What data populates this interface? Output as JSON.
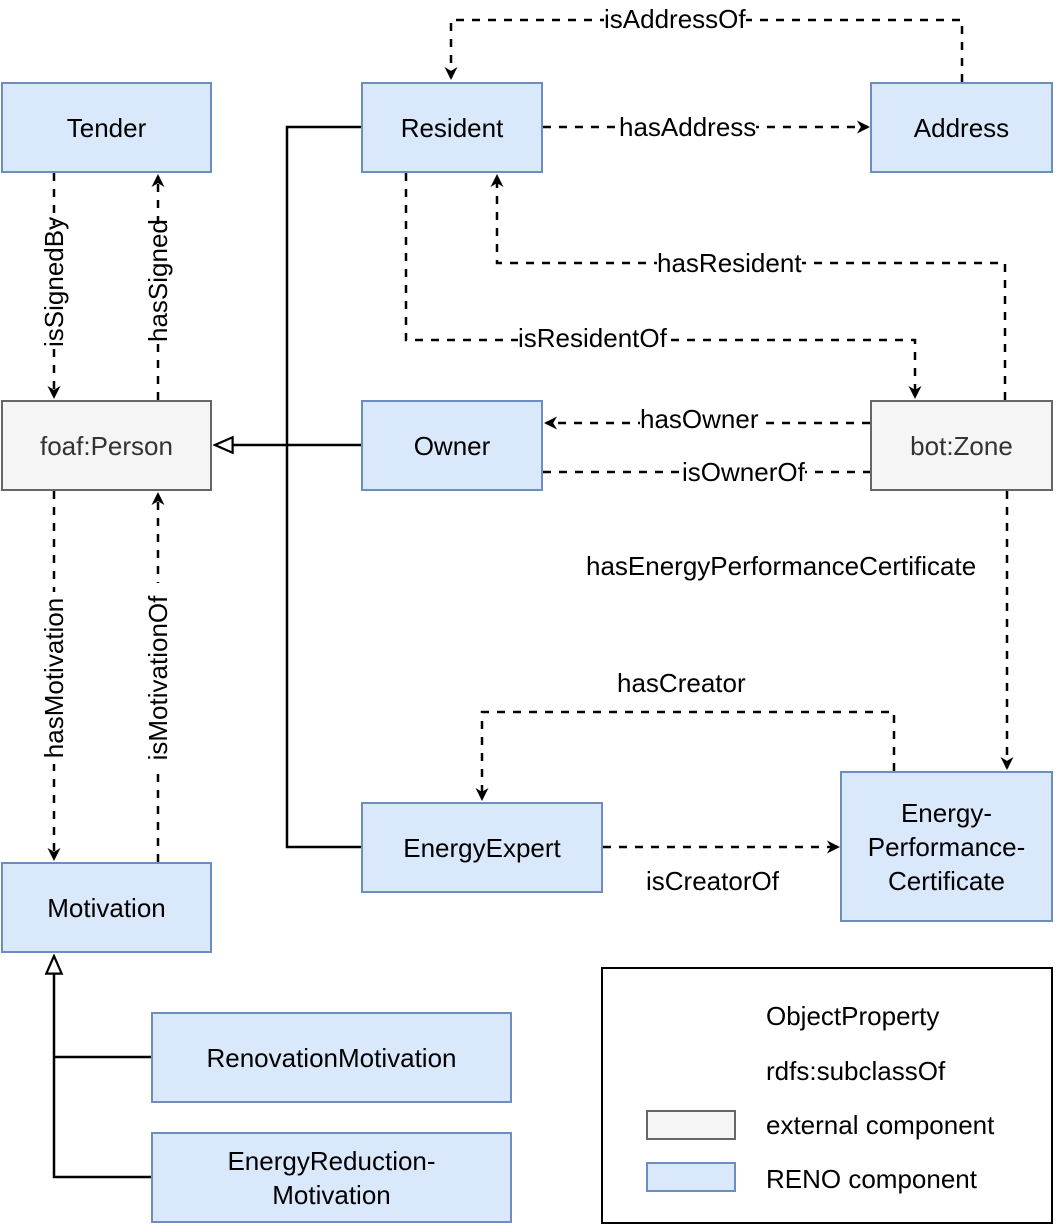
{
  "colors": {
    "reno_fill": "#dae8fc",
    "reno_stroke": "#6c8ebf",
    "external_fill": "#f5f5f5",
    "external_stroke": "#666666",
    "external_text": "#333333",
    "line": "#000000"
  },
  "nodes": {
    "tender": "Tender",
    "resident": "Resident",
    "address": "Address",
    "person": "foaf:Person",
    "owner": "Owner",
    "zone": "bot:Zone",
    "motivation": "Motivation",
    "energy_expert": "EnergyExpert",
    "epc": "Energy-\nPerformance-\nCertificate",
    "renovation_motivation": "RenovationMotivation",
    "energy_reduction_motivation": "EnergyReduction-\nMotivation"
  },
  "edges": {
    "is_address_of": "isAddressOf",
    "has_address": "hasAddress",
    "has_resident": "hasResident",
    "is_resident_of": "isResidentOf",
    "has_owner": "hasOwner",
    "is_owner_of": "isOwnerOf",
    "has_epc": "hasEnergyPerformanceCertificate",
    "has_creator": "hasCreator",
    "is_creator_of": "isCreatorOf",
    "is_signed_by": "isSignedBy",
    "has_signed": "hasSigned",
    "has_motivation": "hasMotivation",
    "is_motivation_of": "isMotivationOf"
  },
  "legend": {
    "object_property": "ObjectProperty",
    "subclass_of": "rdfs:subclassOf",
    "external_component": "external component",
    "reno_component": "RENO component"
  }
}
